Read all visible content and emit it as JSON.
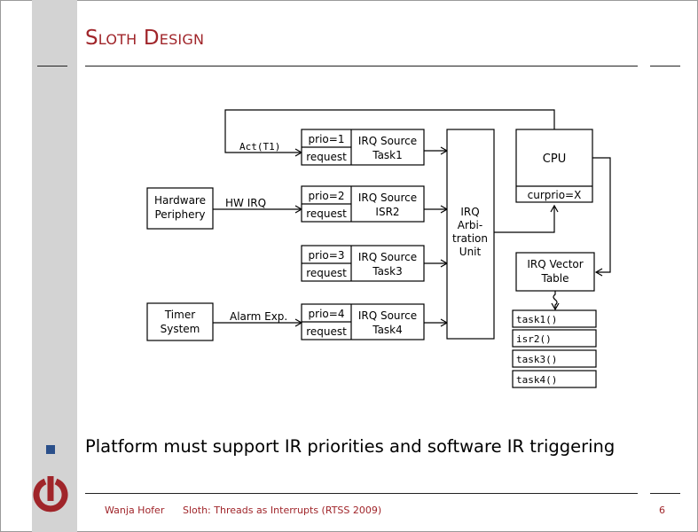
{
  "slide": {
    "title": "Sloth Design",
    "bullet": "Platform must support IR priorities and software IR triggering"
  },
  "footer": {
    "author": "Wanja Hofer",
    "talk_title": "Sloth: Threads as Interrupts (RTSS 2009)",
    "page": "6"
  },
  "diagram": {
    "external_sources": [
      {
        "line1": "Hardware",
        "line2": "Periphery"
      },
      {
        "line1": "Timer",
        "line2": "System"
      }
    ],
    "edge_labels": {
      "act": "Act(T1)",
      "hw_irq": "HW IRQ",
      "alarm": "Alarm Exp."
    },
    "irq_sources": [
      {
        "prio": "prio=1",
        "request": "request",
        "line1": "IRQ Source",
        "line2": "Task1"
      },
      {
        "prio": "prio=2",
        "request": "request",
        "line1": "IRQ Source",
        "line2": "ISR2"
      },
      {
        "prio": "prio=3",
        "request": "request",
        "line1": "IRQ Source",
        "line2": "Task3"
      },
      {
        "prio": "prio=4",
        "request": "request",
        "line1": "IRQ Source",
        "line2": "Task4"
      }
    ],
    "arbitration": [
      "IRQ",
      "Arbi-",
      "tration",
      "Unit"
    ],
    "cpu": {
      "label": "CPU",
      "curprio": "curprio=X"
    },
    "vector_table": {
      "line1": "IRQ Vector",
      "line2": "Table"
    },
    "vector_entries": [
      "task1()",
      "isr2()",
      "task3()",
      "task4()"
    ]
  },
  "colors": {
    "title": "#a0252a",
    "sidebar": "#d3d3d3",
    "bullet": "#2a4f8a",
    "logo": "#a0252a"
  }
}
